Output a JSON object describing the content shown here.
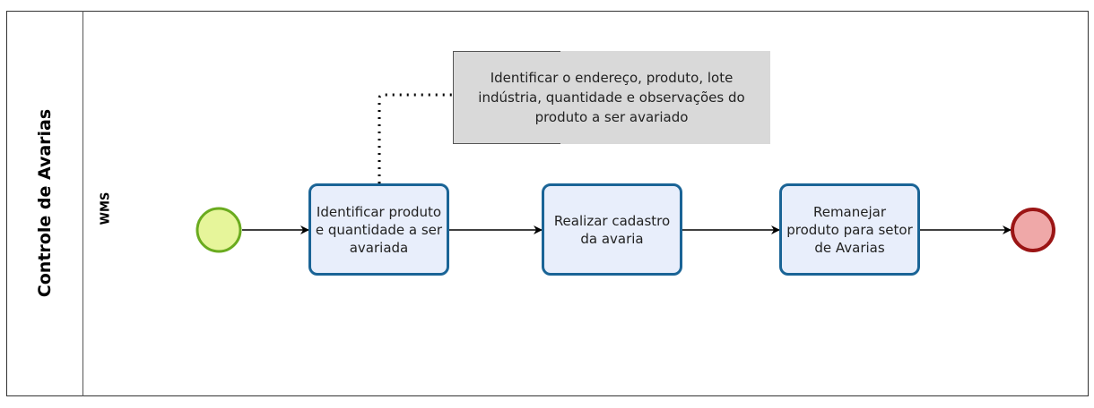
{
  "pool": {
    "title": "Controle de Avarias"
  },
  "lane": {
    "title": "WMS"
  },
  "annotation": {
    "text": "Identificar o endereço, produto, lote indústria, quantidade e observações do produto a ser avariado"
  },
  "tasks": [
    {
      "label": "Identificar produto e quantidade a ser avariada"
    },
    {
      "label": "Realizar cadastro da avaria"
    },
    {
      "label": "Remanejar produto para setor de Avarias"
    }
  ],
  "colors": {
    "start_fill": "#e6f59a",
    "start_stroke": "#6aab1f",
    "end_fill": "#efa8a8",
    "end_stroke": "#9b1515",
    "task_fill": "#e8eefb",
    "task_stroke": "#1a6496",
    "annotation_fill": "#d9d9d9"
  }
}
